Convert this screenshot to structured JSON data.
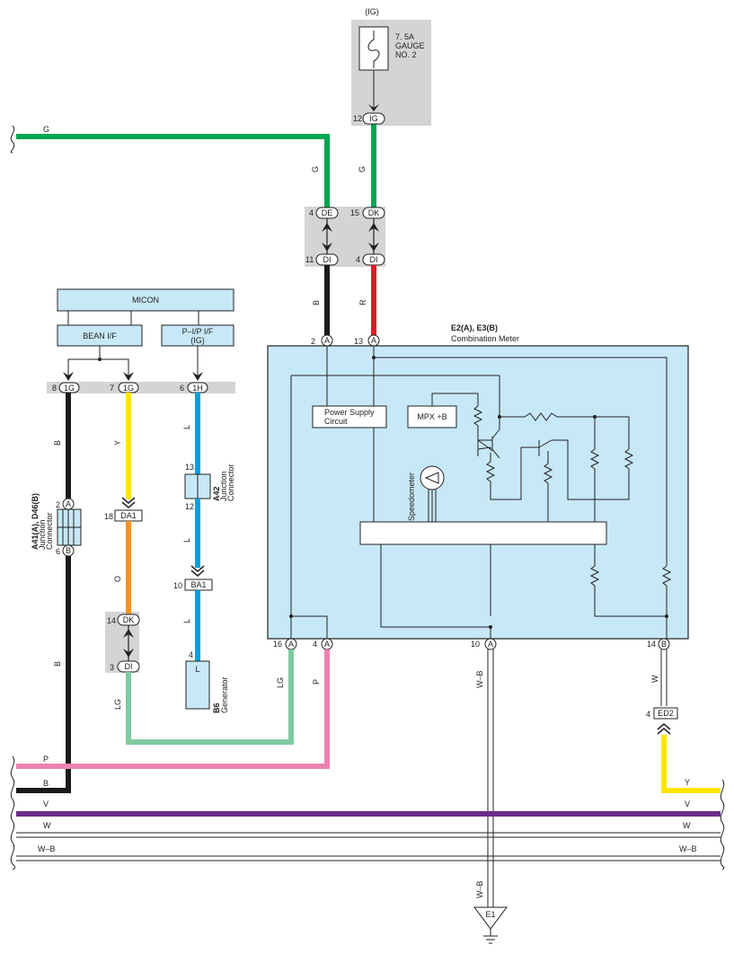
{
  "colors": {
    "green": "#00a651",
    "black": "#1a1a1a",
    "red": "#e01b24",
    "yellow": "#ffe500",
    "blue": "#00a0e0",
    "orange": "#f7941d",
    "light_green": "#7fcaa0",
    "pink": "#ee82b0",
    "violet": "#6a2c8c",
    "panel_gray": "#d4d4d4",
    "box_blue": "#c7e8f7"
  },
  "fuse": {
    "supply": "(IG)",
    "line1": "7. 5A",
    "line2": "GAUGE",
    "line3": "NO. 2",
    "pin": "12",
    "conn": "IG"
  },
  "wires": {
    "g_top": "G",
    "g_left": "G",
    "g_right": "G",
    "b_mid": "B",
    "r_mid": "R",
    "b_left_upper": "B",
    "b_left_lower": "B",
    "y_mid": "Y",
    "o_mid": "O",
    "lg_left": "LG",
    "l_1": "L",
    "l_2": "L",
    "l_3": "L",
    "lg_meter": "LG",
    "p_meter": "P",
    "wb_meter": "W–B",
    "wb_lower": "W–B",
    "w_meter": "W",
    "y_right": "Y"
  },
  "junction_top": {
    "pin_de": "4",
    "conn_de": "DE",
    "pin_dk": "15",
    "conn_dk": "DK",
    "pin_di_1": "11",
    "conn_di_1": "DI",
    "pin_di_2": "4",
    "conn_di_2": "DI"
  },
  "micon": {
    "title": "MICON",
    "bean": "BEAN I/F",
    "pip_1": "P–I/P I/F",
    "pip_2": "(IG)",
    "pin_8": "8",
    "conn_8": "1G",
    "pin_7": "7",
    "conn_7": "1G",
    "pin_6": "6",
    "conn_6": "1H"
  },
  "junction_left": {
    "code": "A41(A), D46(B)",
    "desc_1": "Junction",
    "desc_2": "Connector",
    "pin_a": "2",
    "conn_a": "A",
    "pin_b": "6",
    "conn_b": "B"
  },
  "da1": {
    "pin": "18",
    "conn": "DA1"
  },
  "dk_di": {
    "pin_dk": "14",
    "conn_dk": "DK",
    "pin_di": "3",
    "conn_di": "DI"
  },
  "a42": {
    "code": "A42",
    "desc_1": "Junction",
    "desc_2": "Connector",
    "pin_top": "13",
    "pin_bot": "12"
  },
  "ba1": {
    "pin": "10",
    "conn": "BA1"
  },
  "generator": {
    "code": "B6",
    "desc": "Generator",
    "pin": "4",
    "terminal": "L"
  },
  "meter": {
    "code": "E2(A), E3(B)",
    "desc": "Combination Meter",
    "power": "Power Supply",
    "circuit": "Circuit",
    "mpx": "MPX +B",
    "speedo": "Speedometer",
    "pin_2": "2",
    "conn_2": "A",
    "pin_13": "13",
    "conn_13": "A",
    "pin_16": "16",
    "conn_16": "A",
    "pin_4": "4",
    "conn_4": "A",
    "pin_10": "10",
    "conn_10": "A",
    "pin_14": "14",
    "conn_14": "B"
  },
  "ed2": {
    "pin": "4",
    "conn": "ED2"
  },
  "ground": {
    "conn": "E1"
  },
  "bus": {
    "p": "P",
    "b": "B",
    "v_left": "V",
    "v_right": "V",
    "w_left": "W",
    "w_right": "W",
    "wb_left": "W–B",
    "wb_right": "W–B",
    "y_right": "Y"
  }
}
